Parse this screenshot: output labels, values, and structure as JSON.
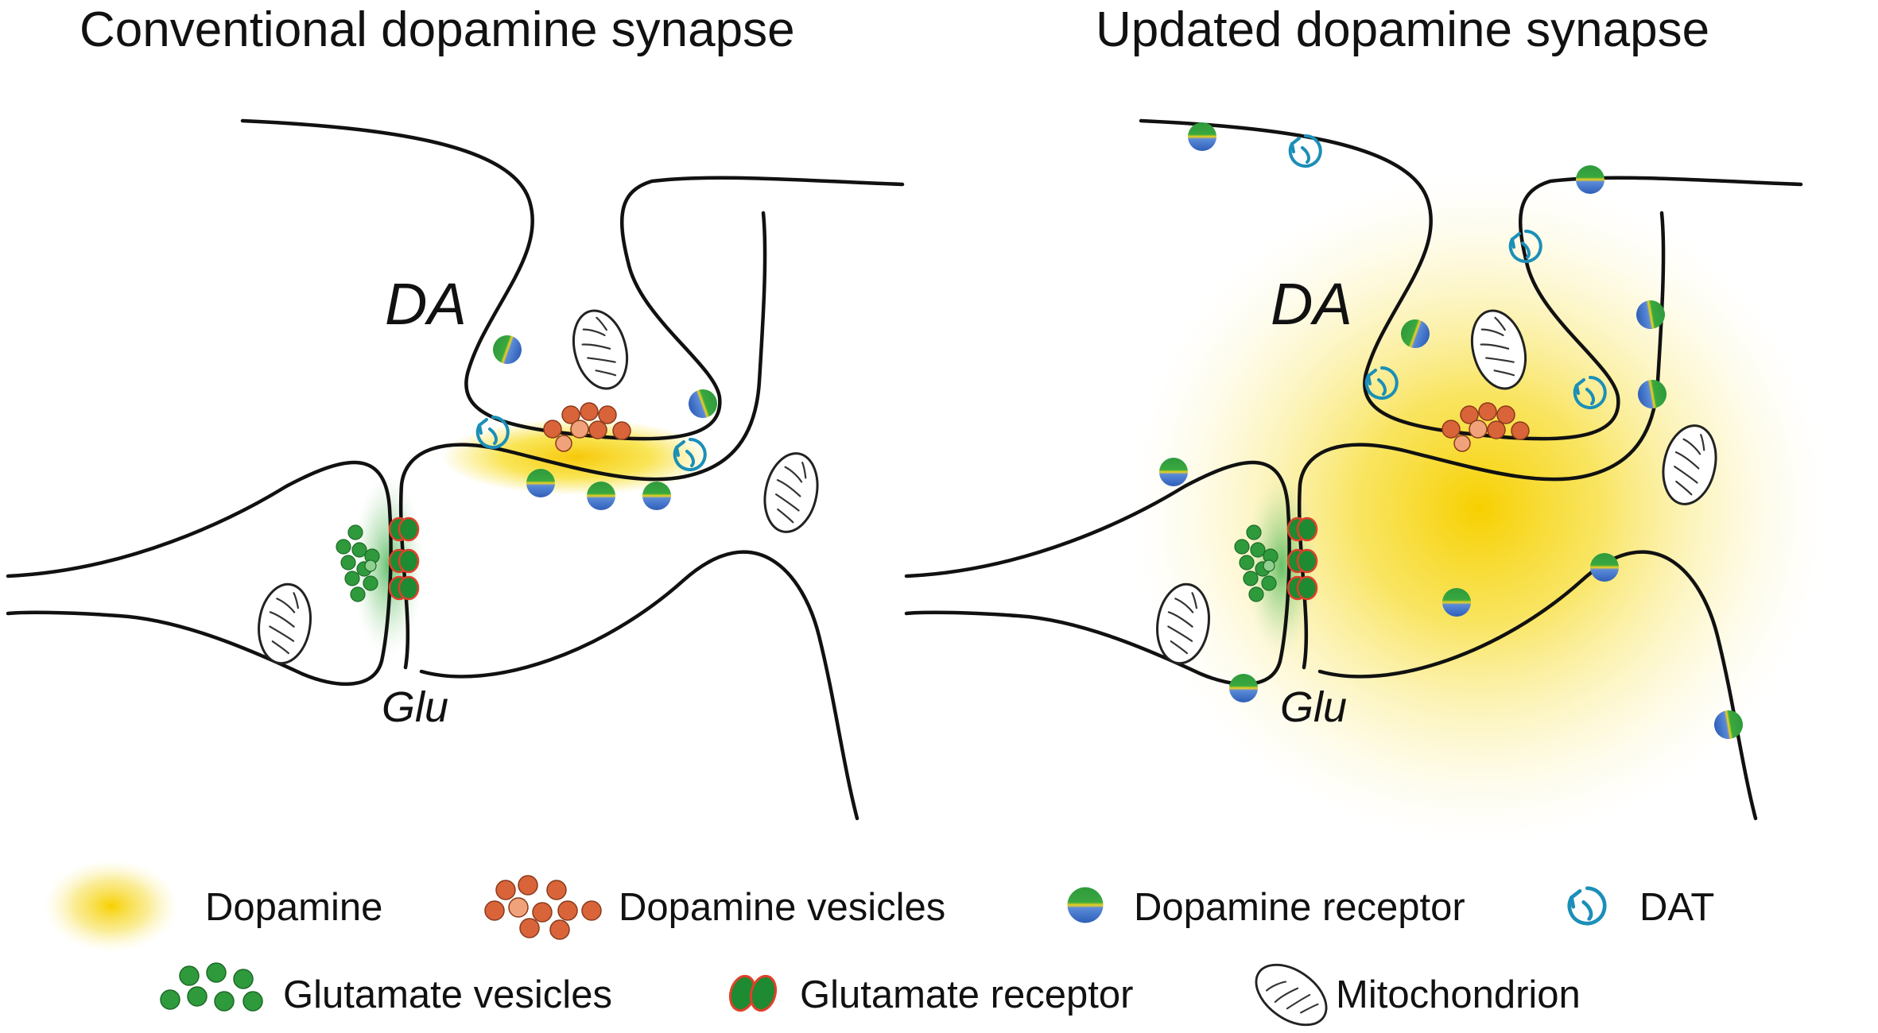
{
  "panels": {
    "left_title": "Conventional dopamine synapse",
    "right_title": "Updated dopamine synapse"
  },
  "labels": {
    "da_left": "DA",
    "da_right": "DA",
    "glu_left": "Glu",
    "glu_right": "Glu"
  },
  "legend": {
    "dopamine": "Dopamine",
    "dopamine_vesicles": "Dopamine vesicles",
    "dopamine_receptor": "Dopamine receptor",
    "dat": "DAT",
    "glutamate_vesicles": "Glutamate vesicles",
    "glutamate_receptor": "Glutamate receptor",
    "mitochondrion": "Mitochondrion"
  },
  "colors": {
    "dopamine": "#f7dc1e",
    "dopamine_vesicle": "#d9643a",
    "dopamine_vesicle_light": "#f0a27a",
    "receptor_top": "#2e9a3c",
    "receptor_mid": "#f2d21c",
    "receptor_bottom": "#2f6fc0",
    "dat": "#1b8fb8",
    "glutamate_vesicle": "#2e9a3c",
    "glutamate_receptor_fill": "#1e8a32",
    "glutamate_receptor_edge": "#e0402a",
    "membrane": "#111111"
  }
}
